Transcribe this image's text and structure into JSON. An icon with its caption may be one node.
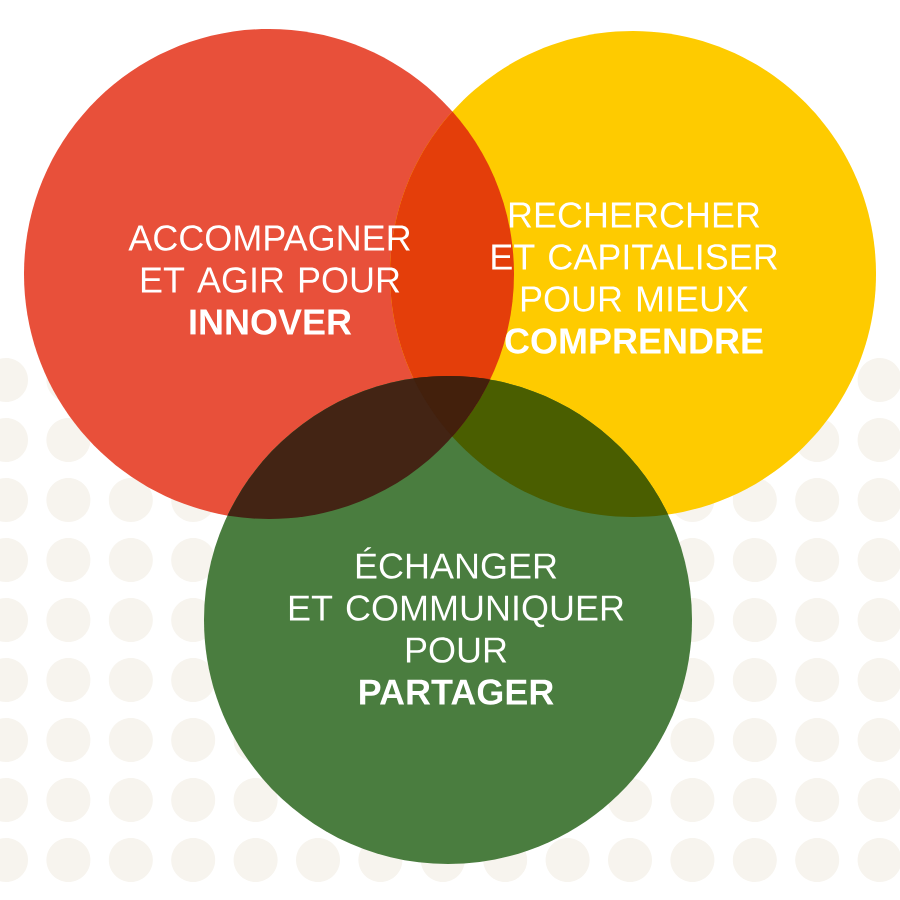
{
  "diagram": {
    "nodes": [
      {
        "text": [
          "ACCOMPAGNER ET AGIR POUR **INNOVER**"
        ]
      },
      {
        "text": [
          "RECHERCHER ET CAPITALISER POUR MIEUX **COMPRENDRE**"
        ]
      },
      {
        "text": [
          "ÉCHANGER ET COMMUNIQUER POUR **PARTAGER**"
        ]
      }
    ]
  }
}
